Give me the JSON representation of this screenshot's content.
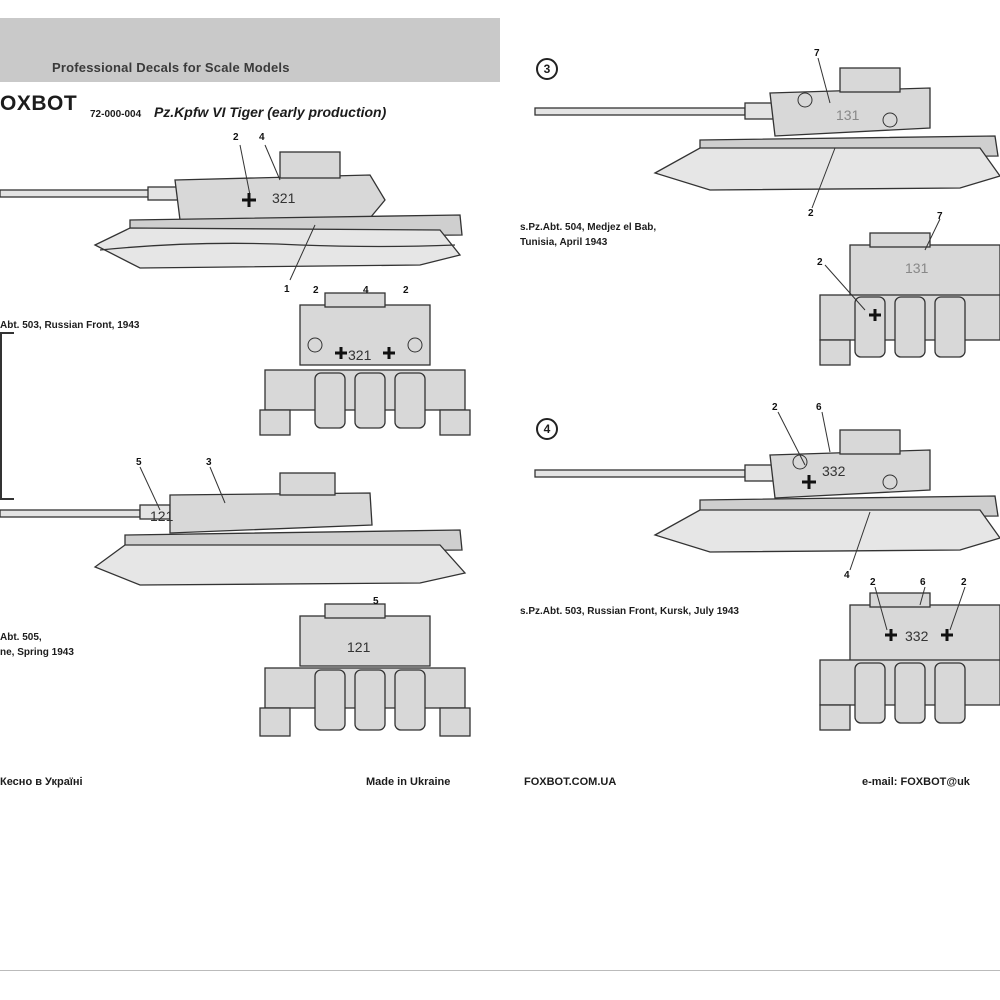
{
  "header": {
    "tagline": "Professional Decals for Scale Models",
    "brand": "OXBOT",
    "product_code": "72-000-004",
    "product_title": "Pz.Kpfw VI Tiger (early production)"
  },
  "schemes": [
    {
      "number": "",
      "caption_lines": [
        "Abt. 503, Russian Front, 1943"
      ],
      "turret_number": "321",
      "callouts_side": [
        "2",
        "4",
        "1"
      ],
      "callouts_rear": [
        "2",
        "4",
        "2"
      ]
    },
    {
      "number": "",
      "caption_lines": [
        "Abt. 505,",
        "ne, Spring 1943"
      ],
      "turret_number": "121",
      "callouts_side": [
        "5",
        "3"
      ],
      "callouts_rear": [
        "5"
      ]
    },
    {
      "number": "3",
      "caption_lines": [
        "s.Pz.Abt. 504, Medjez el Bab,",
        "Tunisia, April 1943"
      ],
      "turret_number": "131",
      "callouts_side": [
        "7",
        "2"
      ],
      "callouts_rear": [
        "7",
        "2"
      ]
    },
    {
      "number": "4",
      "caption_lines": [
        "s.Pz.Abt. 503, Russian Front, Kursk, July 1943"
      ],
      "turret_number": "332",
      "callouts_side": [
        "2",
        "6",
        "4"
      ],
      "callouts_rear": [
        "2",
        "6",
        "2"
      ]
    }
  ],
  "footer": {
    "left": "Кесно в Україні",
    "made_in": "Made in Ukraine",
    "website": "FOXBOT.COM.UA",
    "email": "e-mail: FOXBOT@uk"
  }
}
